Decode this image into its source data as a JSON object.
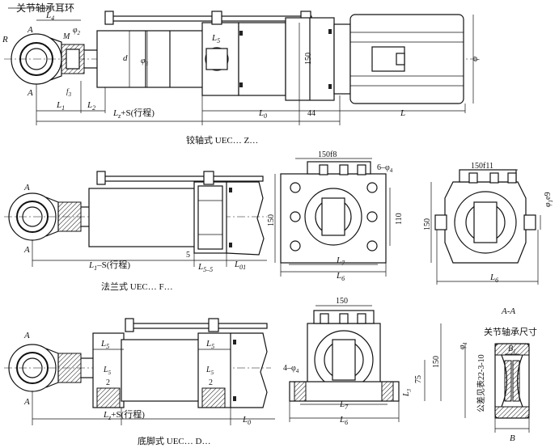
{
  "labels": {
    "ring_title": "关节轴承耳环",
    "section_title": "A-A",
    "bearing_title": "关节轴承尺寸",
    "tolerance_note": "公差见表22-3-10",
    "R": "R",
    "A": "A",
    "L4": "L",
    "L4sub": "4",
    "M": "M",
    "phi2": "φ",
    "phi2sub": "2",
    "d": "d",
    "phi3": "φ",
    "phi3sub": "3",
    "phi": "φ",
    "d150a": "150",
    "L5": "L",
    "L5sub": "5",
    "Lf3": "f",
    "Lf3sub": "3",
    "L1": "L",
    "L1sub": "1",
    "L2": "L",
    "L2sub": "2",
    "Lz_S": "L",
    "Lz_Ssub": "z",
    "Lz_Stail": "+S(行程)",
    "L0": "L",
    "L0sub": "0",
    "d44": "44",
    "L": "L",
    "caption_hinge": "铰轴式  UEC…  Z…",
    "L1_S": "L",
    "L1_Ssub": "1",
    "L1_Stail": "–S(行程)",
    "d5": "5",
    "L55": "L",
    "L55sub": "5–5",
    "L01": "L",
    "L01sub": "01",
    "caption_flange": "法兰式  UEC…  F…",
    "d150f8": "150f8",
    "hole_spec": "6–φ",
    "hole_specsub": "4",
    "d150b": "150",
    "d110": "110",
    "L7": "L",
    "L7sub": "7",
    "L6": "L",
    "L6sub": "6",
    "d150f11": "150f11",
    "phi1e9": "φ",
    "phi1e9sub": "1",
    "phi1e9tail": "e9",
    "d150c": "150",
    "caption_foot": "底脚式  UEC…  D…",
    "L5_2": "2",
    "d4phi4": "4–φ",
    "d4phi4sub": "4",
    "d150d": "150",
    "d75": "75",
    "L3": "L",
    "L3sub": "3",
    "d150e": "150",
    "phi1": "φ",
    "phi1sub": "1",
    "B1": "B",
    "B1sub": "1",
    "B": "B"
  }
}
